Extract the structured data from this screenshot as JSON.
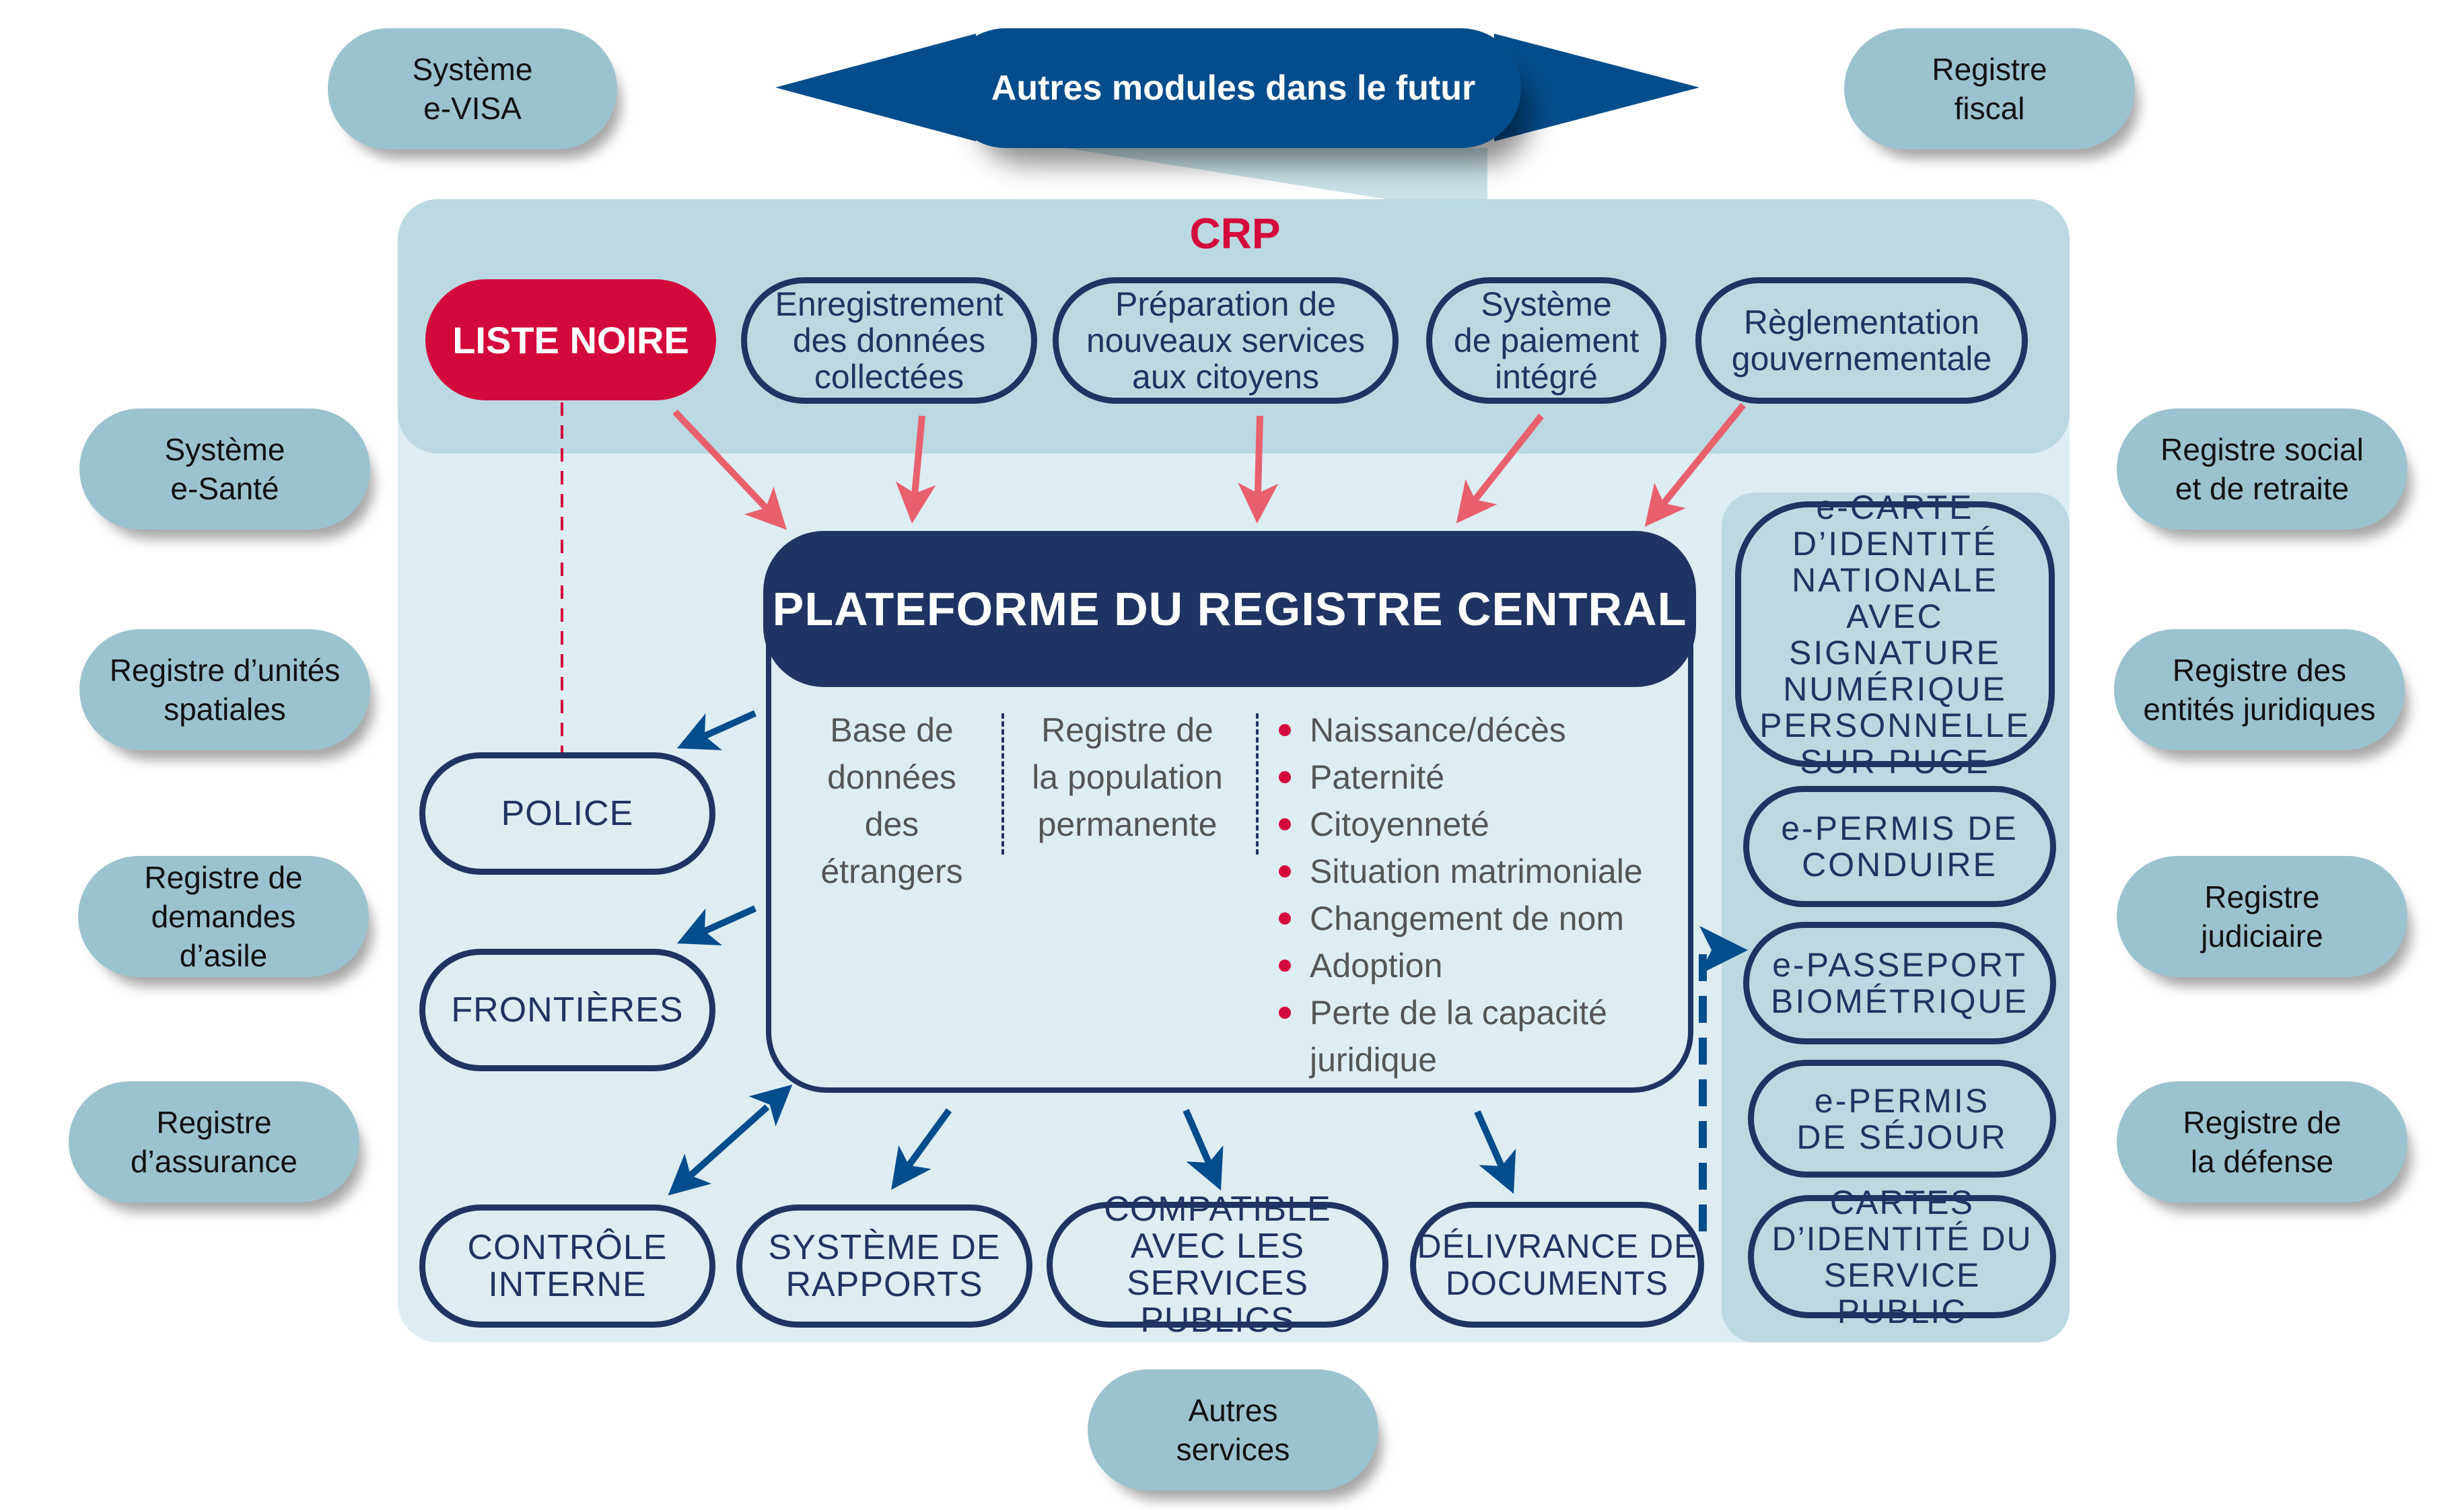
{
  "banner": {
    "label": "Autres modules dans le futur"
  },
  "crp": {
    "title": "CRP"
  },
  "blacklist": {
    "label": "LISTE NOIRE"
  },
  "crp_modules": [
    {
      "label": "Enregistrement\ndes données\ncollectées"
    },
    {
      "label": "Préparation de\nnouveaux services\naux citoyens"
    },
    {
      "label": "Système\nde paiement\nintégré"
    },
    {
      "label": "Règlementation\ngouvernementale"
    }
  ],
  "platform": {
    "title": "PLATEFORME DU REGISTRE CENTRAL",
    "col1": "Base de\ndonnées\ndes\nétrangers",
    "col2": "Registre de\nla population\npermanente",
    "events": [
      "Naissance/décès",
      "Paternité",
      "Citoyenneté",
      "Situation matrimoniale",
      "Changement de nom",
      "Adoption",
      "Perte de la capacité\njuridique"
    ]
  },
  "left_nodes": [
    {
      "label": "POLICE"
    },
    {
      "label": "FRONTIÈRES"
    }
  ],
  "bottom_nodes": [
    {
      "label": "CONTRÔLE\nINTERNE"
    },
    {
      "label": "SYSTÈME DE\nRAPPORTS"
    },
    {
      "label": "COMPATIBLE\nAVEC LES SERVICES\nPUBLICS"
    },
    {
      "label": "DÉLIVRANCE DE\nDOCUMENTS"
    }
  ],
  "documents": [
    {
      "label": "e-CARTE\nD’IDENTITÉ\nNATIONALE\nAVEC SIGNATURE\nNUMÉRIQUE\nPERSONNELLE\nSUR PUCE"
    },
    {
      "label": "e-PERMIS DE\nCONDUIRE"
    },
    {
      "label": "e-PASSEPORT\nBIOMÉTRIQUE"
    },
    {
      "label": "e-PERMIS\nDE SÉJOUR"
    },
    {
      "label": "CARTES\nD’IDENTITÉ DU\nSERVICE PUBLIC"
    }
  ],
  "external_left": [
    {
      "label": "Système\ne-VISA"
    },
    {
      "label": "Système\ne-Santé"
    },
    {
      "label": "Registre d’unités\nspatiales"
    },
    {
      "label": "Registre de\ndemandes\nd’asile"
    },
    {
      "label": "Registre\nd’assurance"
    }
  ],
  "external_right": [
    {
      "label": "Registre\nfiscal"
    },
    {
      "label": "Registre social\net de retraite"
    },
    {
      "label": "Registre des\nentités juridiques"
    },
    {
      "label": "Registre\njudiciaire"
    },
    {
      "label": "Registre de\nla défense"
    }
  ],
  "external_bottom": {
    "label": "Autres\nservices"
  },
  "colors": {
    "accent_red": "#d4093b",
    "navy": "#1f3462",
    "blue_arrow": "#044d8c",
    "pink_arrow": "#e8606e",
    "external_fill": "#9bc3cf"
  }
}
